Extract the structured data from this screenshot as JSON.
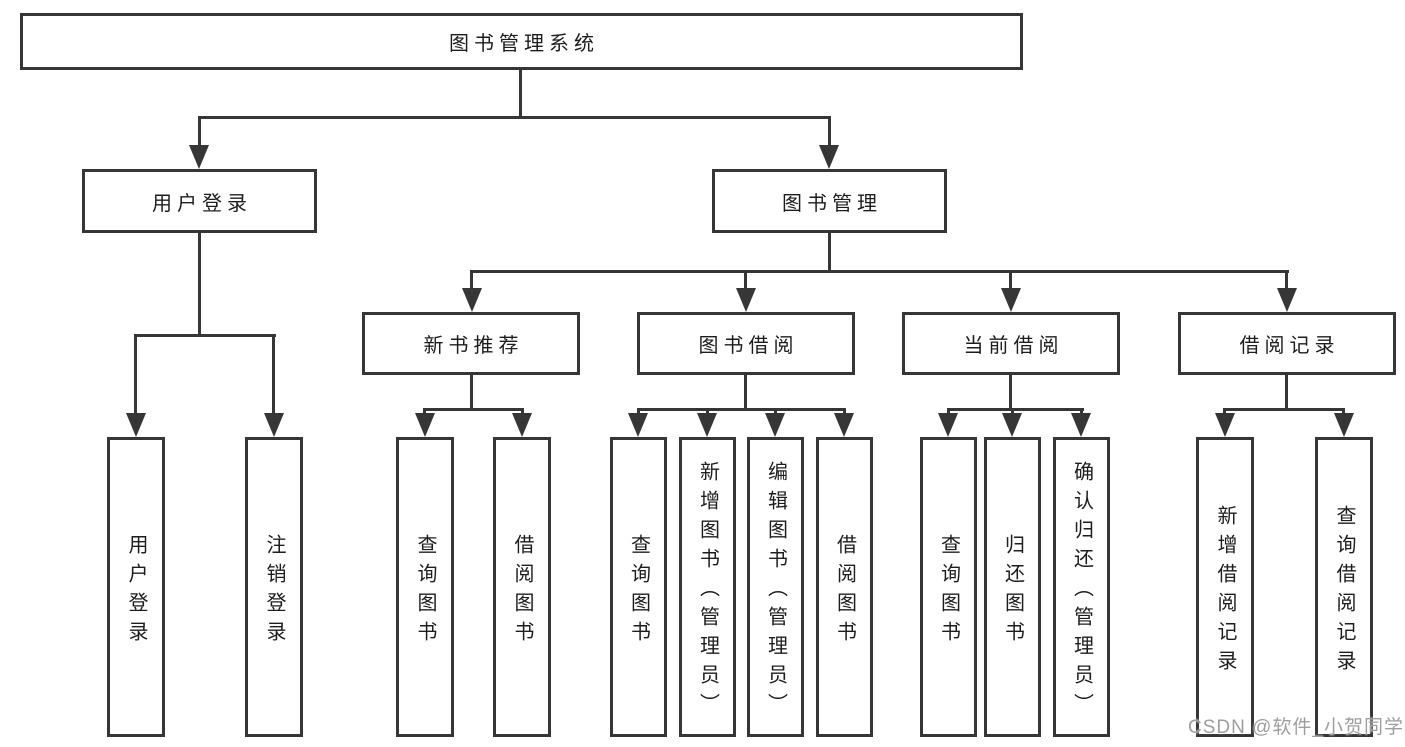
{
  "diagram_title": "图书管理系统",
  "tree": {
    "label": "图书管理系统",
    "children": [
      {
        "label": "用户登录",
        "children": [
          {
            "label": "用户登录"
          },
          {
            "label": "注销登录"
          }
        ]
      },
      {
        "label": "图书管理",
        "children": [
          {
            "label": "新书推荐",
            "children": [
              {
                "label": "查询图书"
              },
              {
                "label": "借阅图书"
              }
            ]
          },
          {
            "label": "图书借阅",
            "children": [
              {
                "label": "查询图书"
              },
              {
                "label": "新增图书（管理员）"
              },
              {
                "label": "编辑图书（管理员）"
              },
              {
                "label": "借阅图书"
              }
            ]
          },
          {
            "label": "当前借阅",
            "children": [
              {
                "label": "查询图书"
              },
              {
                "label": "归还图书"
              },
              {
                "label": "确认归还（管理员）"
              }
            ]
          },
          {
            "label": "借阅记录",
            "children": [
              {
                "label": "新增借阅记录"
              },
              {
                "label": "查询借阅记录"
              }
            ]
          }
        ]
      }
    ]
  },
  "watermark": {
    "text": "CSDN @软件_小贺同学"
  },
  "colors": {
    "line": "#363636",
    "box_border": "#363636",
    "text": "#1d1d1f",
    "watermark": "#9e9e9e",
    "background": "#ffffff"
  }
}
